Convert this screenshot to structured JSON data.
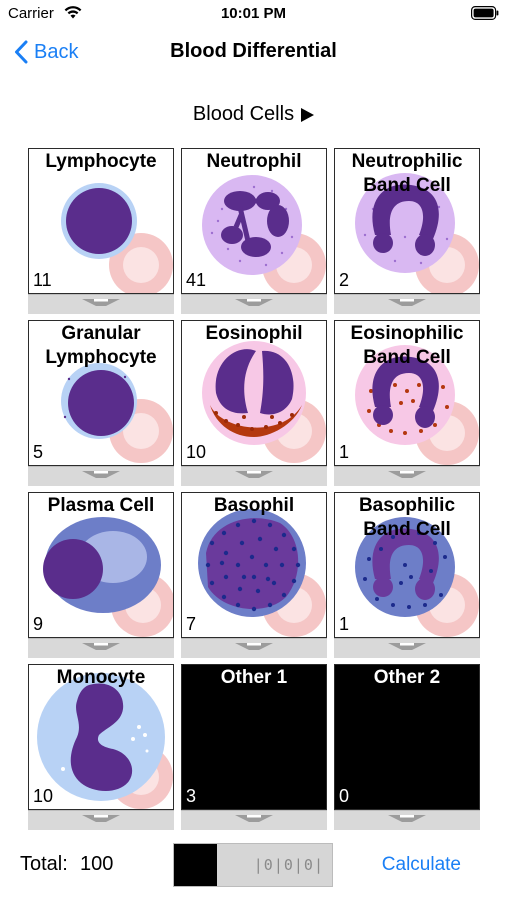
{
  "status_bar": {
    "carrier": "Carrier",
    "time": "10:01 PM",
    "icons": [
      "wifi-icon",
      "battery-icon"
    ]
  },
  "nav": {
    "back_label": "Back",
    "title": "Blood Differential",
    "back_icon": "chevron-left-icon"
  },
  "section": {
    "label": "Blood Cells",
    "icon": "play-icon"
  },
  "colors": {
    "accent": "#1a7ff5",
    "nucleus": "#5a2d8c",
    "rbc": "#f5c6c6",
    "tile_border": "#2b2b2b"
  },
  "cells": [
    {
      "label": "Lymphocyte",
      "count": "11"
    },
    {
      "label": "Neutrophil",
      "count": "41"
    },
    {
      "label": "Neutrophilic\nBand Cell",
      "count": "2"
    },
    {
      "label": "Granular\nLymphocyte",
      "count": "5"
    },
    {
      "label": "Eosinophil",
      "count": "10"
    },
    {
      "label": "Eosinophilic\nBand Cell",
      "count": "1"
    },
    {
      "label": "Plasma Cell",
      "count": "9"
    },
    {
      "label": "Basophil",
      "count": "7"
    },
    {
      "label": "Basophilic\nBand Cell",
      "count": "1"
    },
    {
      "label": "Monocyte",
      "count": "10"
    },
    {
      "label": "Other 1",
      "count": "3"
    },
    {
      "label": "Other 2",
      "count": "0"
    }
  ],
  "footer": {
    "total_label": "Total:",
    "total_value": "100",
    "progress_fraction": 0.27,
    "tally": "|0|0|0|",
    "calculate_label": "Calculate"
  }
}
